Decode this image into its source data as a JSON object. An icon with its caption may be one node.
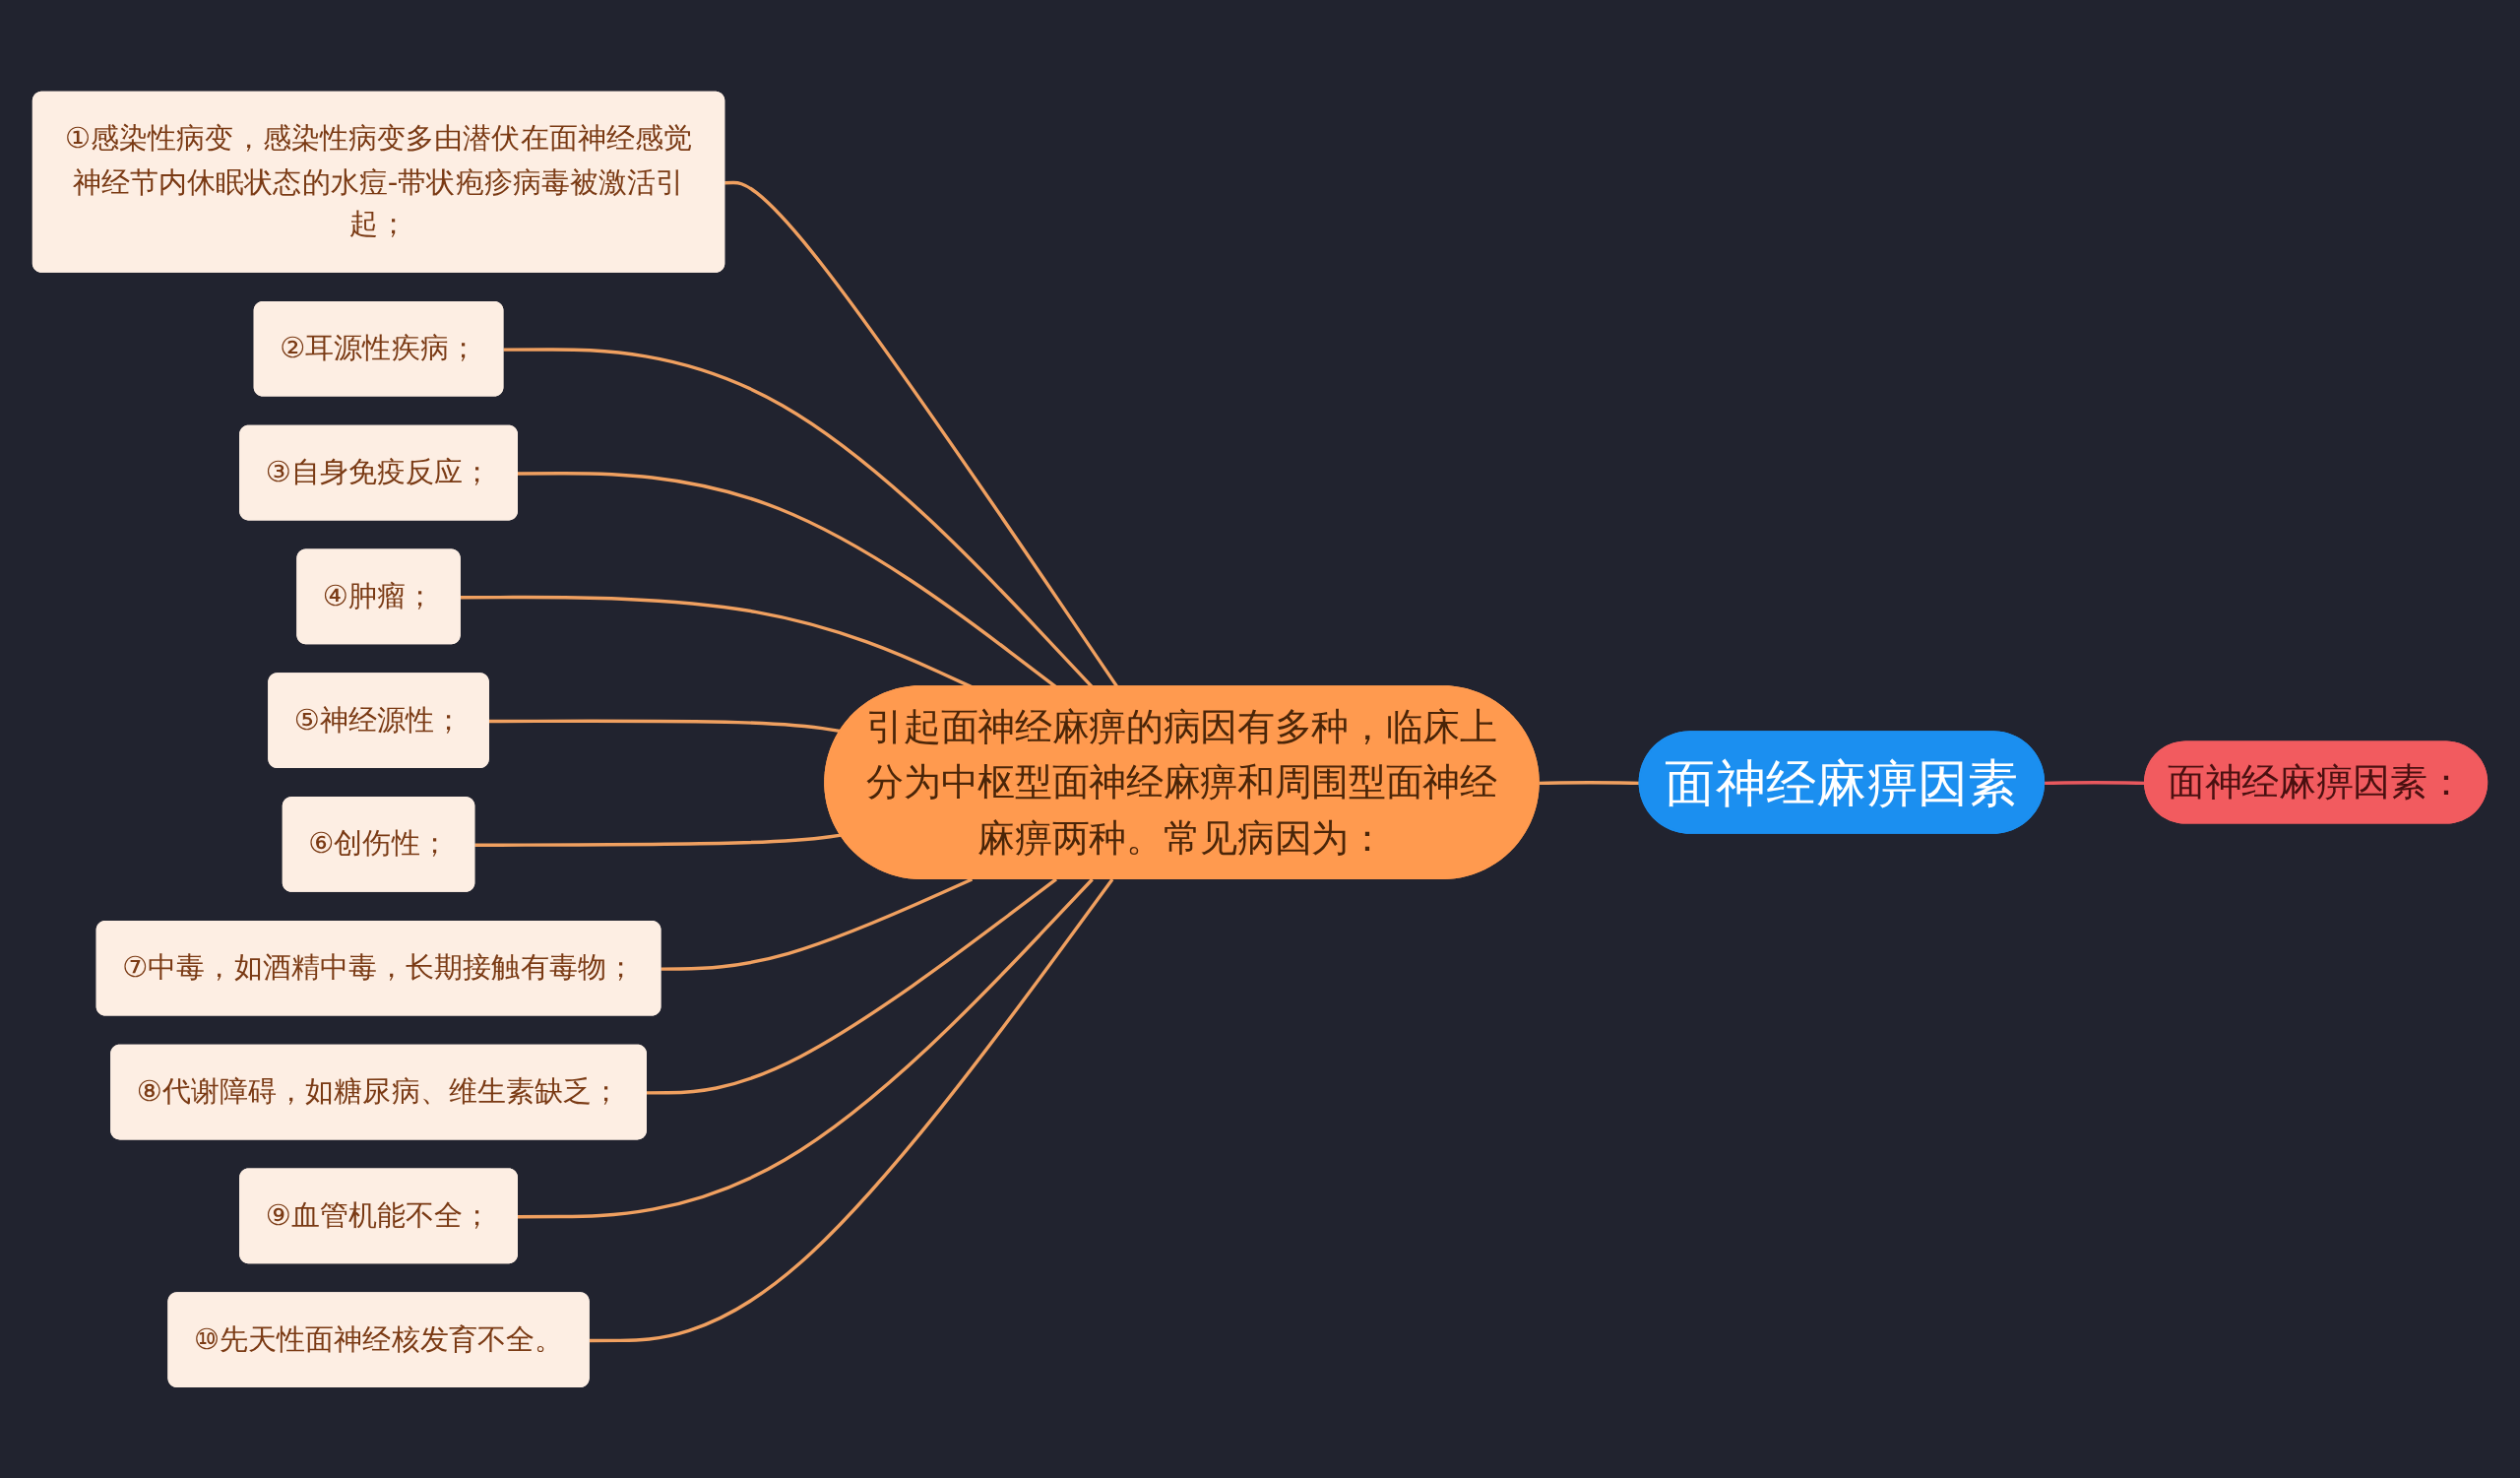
{
  "diagram": {
    "nodes": [
      {
        "text": [
          "面神经麻痹因素"
        ]
      },
      {
        "text": [
          "面神经麻痹因素："
        ]
      },
      {
        "text": [
          "引起面神经麻痹的病因有多种，临床上分为中枢型面神经麻痹和周围型面神经麻痹两种。常见病因为："
        ]
      },
      {
        "text": [
          "①感染性病变，感染性病变多由潜伏在面神经感觉神经节内休眠状态的水痘-带状疱疹病毒被激活引起；"
        ]
      },
      {
        "text": [
          "②耳源性疾病；"
        ]
      },
      {
        "text": [
          "③自身免疫反应；"
        ]
      },
      {
        "text": [
          "④肿瘤；"
        ]
      },
      {
        "text": [
          "⑤神经源性；"
        ]
      },
      {
        "text": [
          "⑥创伤性；"
        ]
      },
      {
        "text": [
          "⑦中毒，如酒精中毒，长期接触有毒物；"
        ]
      },
      {
        "text": [
          "⑧代谢障碍，如糖尿病、维生素缺乏；"
        ]
      },
      {
        "text": [
          "⑨血管机能不全；"
        ]
      },
      {
        "text": [
          "⑩先天性面神经核发育不全。"
        ]
      }
    ],
    "edges": [
      {
        "from": 1,
        "to": 0,
        "arrow": "none",
        "color": "#e8585e"
      },
      {
        "from": 0,
        "to": 2,
        "arrow": "none"
      },
      {
        "from": 2,
        "to": 3,
        "arrow": "none"
      },
      {
        "from": 2,
        "to": 4,
        "arrow": "none"
      },
      {
        "from": 2,
        "to": 5,
        "arrow": "none"
      },
      {
        "from": 2,
        "to": 6,
        "arrow": "none"
      },
      {
        "from": 2,
        "to": 7,
        "arrow": "none"
      },
      {
        "from": 2,
        "to": 8,
        "arrow": "none"
      },
      {
        "from": 2,
        "to": 9,
        "arrow": "none"
      },
      {
        "from": 2,
        "to": 10,
        "arrow": "none"
      },
      {
        "from": 2,
        "to": 11,
        "arrow": "none"
      },
      {
        "from": 2,
        "to": 12,
        "arrow": "none"
      }
    ]
  }
}
